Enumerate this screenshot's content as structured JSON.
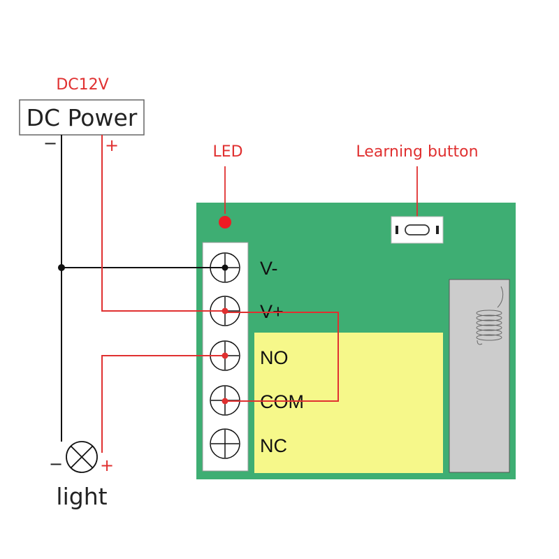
{
  "power": {
    "voltage_label": "DC12V",
    "box_label": "DC Power",
    "minus_sign": "−",
    "plus_sign": "+"
  },
  "board": {
    "led_label": "LED",
    "learning_button_label": "Learning button",
    "terminals": [
      "V-",
      "V+",
      "NO",
      "COM",
      "NC"
    ]
  },
  "load": {
    "label": "light",
    "minus_sign": "−",
    "plus_sign": "+"
  },
  "colors": {
    "board_green": "#3eae73",
    "relay_yellow": "#f6f88a",
    "wire_red": "#e03030",
    "wire_black": "#111111",
    "led_red": "#ee1b24"
  }
}
